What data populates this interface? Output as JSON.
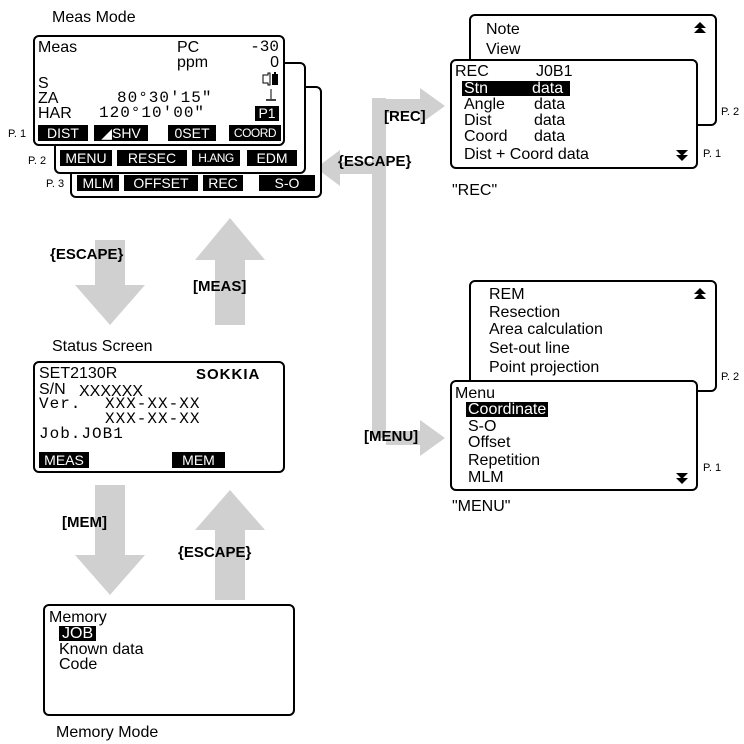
{
  "captions": {
    "meas_mode": "Meas Mode",
    "status_screen": "Status Screen",
    "memory_mode": "Memory Mode",
    "rec": "\"REC\"",
    "menu": "\"MENU\""
  },
  "meas": {
    "row1_left": "Meas",
    "row1_mid": "PC",
    "row1_right": "-30",
    "row2_mid": "ppm",
    "row2_right": "0",
    "s": "S",
    "za_label": "ZA",
    "za_value": "80°30'15\"",
    "har_label": "HAR",
    "har_value": "120°10'00\"",
    "page_tag": "P1",
    "p1_keys": [
      "DIST",
      "◢SHV",
      "0SET",
      "COORD"
    ],
    "p2_keys": [
      "MENU",
      "RESEC",
      "H.ANG",
      "EDM"
    ],
    "p3_keys": [
      "MLM",
      "OFFSET",
      "REC",
      "S-O"
    ],
    "p1": "P. 1",
    "p2": "P. 2",
    "p3": "P. 3"
  },
  "status": {
    "model": "SET2130R",
    "brand": "SOKKIA",
    "sn_label": "S/N",
    "sn_value": "XXXXXX",
    "ver_label": "Ver.",
    "ver1": "XXX-XX-XX",
    "ver2": "XXX-XX-XX",
    "job": "Job.JOB1",
    "keys": [
      "MEAS",
      "MEM"
    ]
  },
  "memory": {
    "title": "Memory",
    "items": [
      "JOB",
      "Known data",
      "Code"
    ]
  },
  "rec": {
    "back": [
      "Note",
      "View"
    ],
    "title": "REC",
    "job": "J0B1",
    "rows": [
      {
        "label": "Stn",
        "value": "data"
      },
      {
        "label": "Angle",
        "value": "data"
      },
      {
        "label": "Dist",
        "value": "data"
      },
      {
        "label": "Coord",
        "value": "data"
      }
    ],
    "last": "Dist + Coord data",
    "p1": "P. 1",
    "p2": "P. 2"
  },
  "menu": {
    "back": [
      "REM",
      "Resection",
      "Area calculation",
      "Set-out line",
      "Point projection"
    ],
    "title": "Menu",
    "items": [
      "Coordinate",
      "S-O",
      "Offset",
      "Repetition",
      "MLM"
    ],
    "p1": "P. 1",
    "p2": "P. 2"
  },
  "commands": {
    "escape_down": "{ESCAPE}",
    "meas_up": "[MEAS]",
    "mem_down": "[MEM]",
    "escape_up": "{ESCAPE}",
    "rec_right": "[REC]",
    "escape_left": "{ESCAPE}",
    "menu_right": "[MENU]"
  },
  "colors": {
    "arrow": "#d0d0d0",
    "ink": "#000000"
  }
}
